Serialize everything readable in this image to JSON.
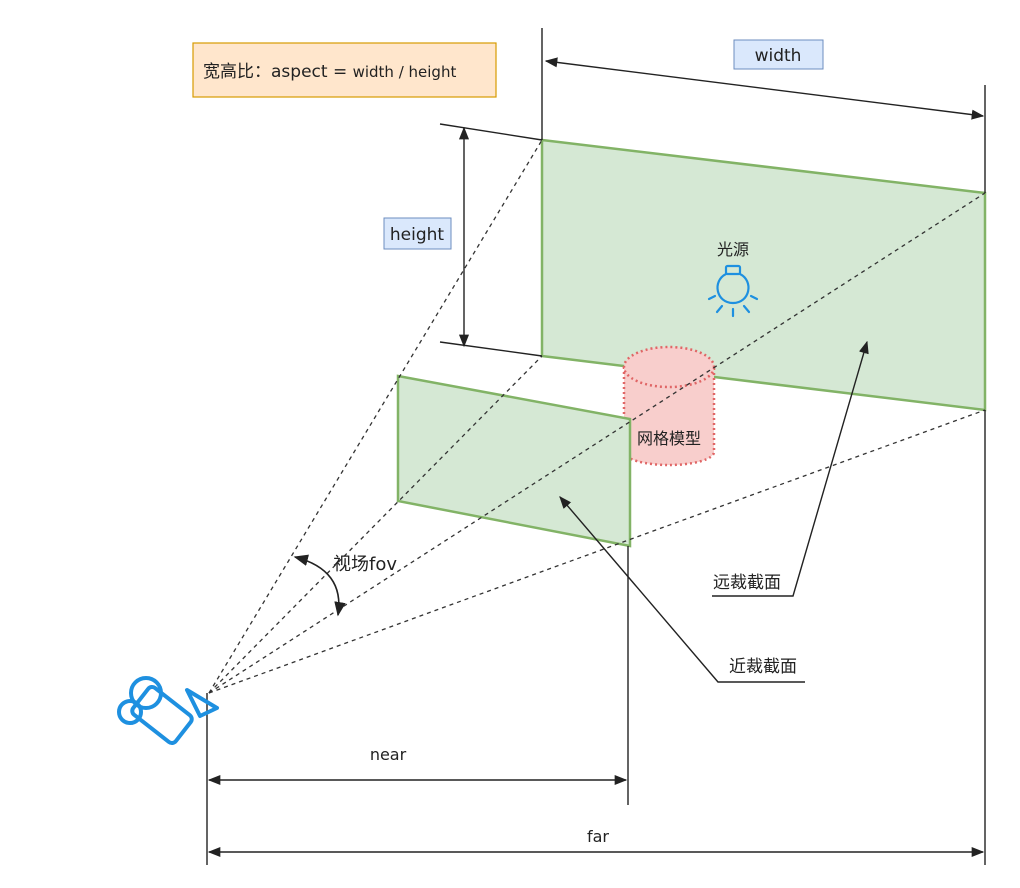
{
  "labels": {
    "aspect_prefix": "宽高比：",
    "aspect_formula_a": "aspect = ",
    "aspect_formula_b": "width / height",
    "width": "width",
    "height": "height",
    "light_source": "光源",
    "mesh_model": "网格模型",
    "fov": "视场fov",
    "far_plane": "远裁截面",
    "near_plane": "近裁截面",
    "near": "near",
    "far": "far"
  },
  "colors": {
    "frustum_fill": "#d5e8d4",
    "frustum_stroke": "#82b366",
    "mesh_fill": "#f8cecc",
    "mesh_stroke": "#e06666",
    "aspect_box_fill": "#ffe6cc",
    "aspect_box_stroke": "#d79b00",
    "label_box_fill": "#dae8fc",
    "label_box_stroke": "#6c8ebf",
    "icon_blue": "#1e90e0",
    "line": "#222222"
  },
  "icons": {
    "camera": "video-camera-icon",
    "light": "light-bulb-icon"
  }
}
